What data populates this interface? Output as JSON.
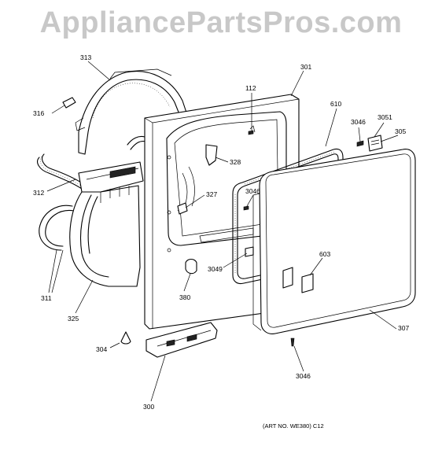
{
  "watermark": "AppliancePartsPros.com",
  "art_number": "(ART NO. WE380) C12",
  "labels": {
    "p313": "313",
    "p316": "316",
    "p312": "312",
    "p311": "311",
    "p325": "325",
    "p304": "304",
    "p300": "300",
    "p380": "380",
    "p3049": "3049",
    "p327": "327",
    "p328": "328",
    "p112": "112",
    "p301": "301",
    "p610": "610",
    "p3046a": "3046",
    "p3051": "3051",
    "p305": "305",
    "p3046b": "3046",
    "p603": "603",
    "p307": "307",
    "p3046c": "3046"
  }
}
